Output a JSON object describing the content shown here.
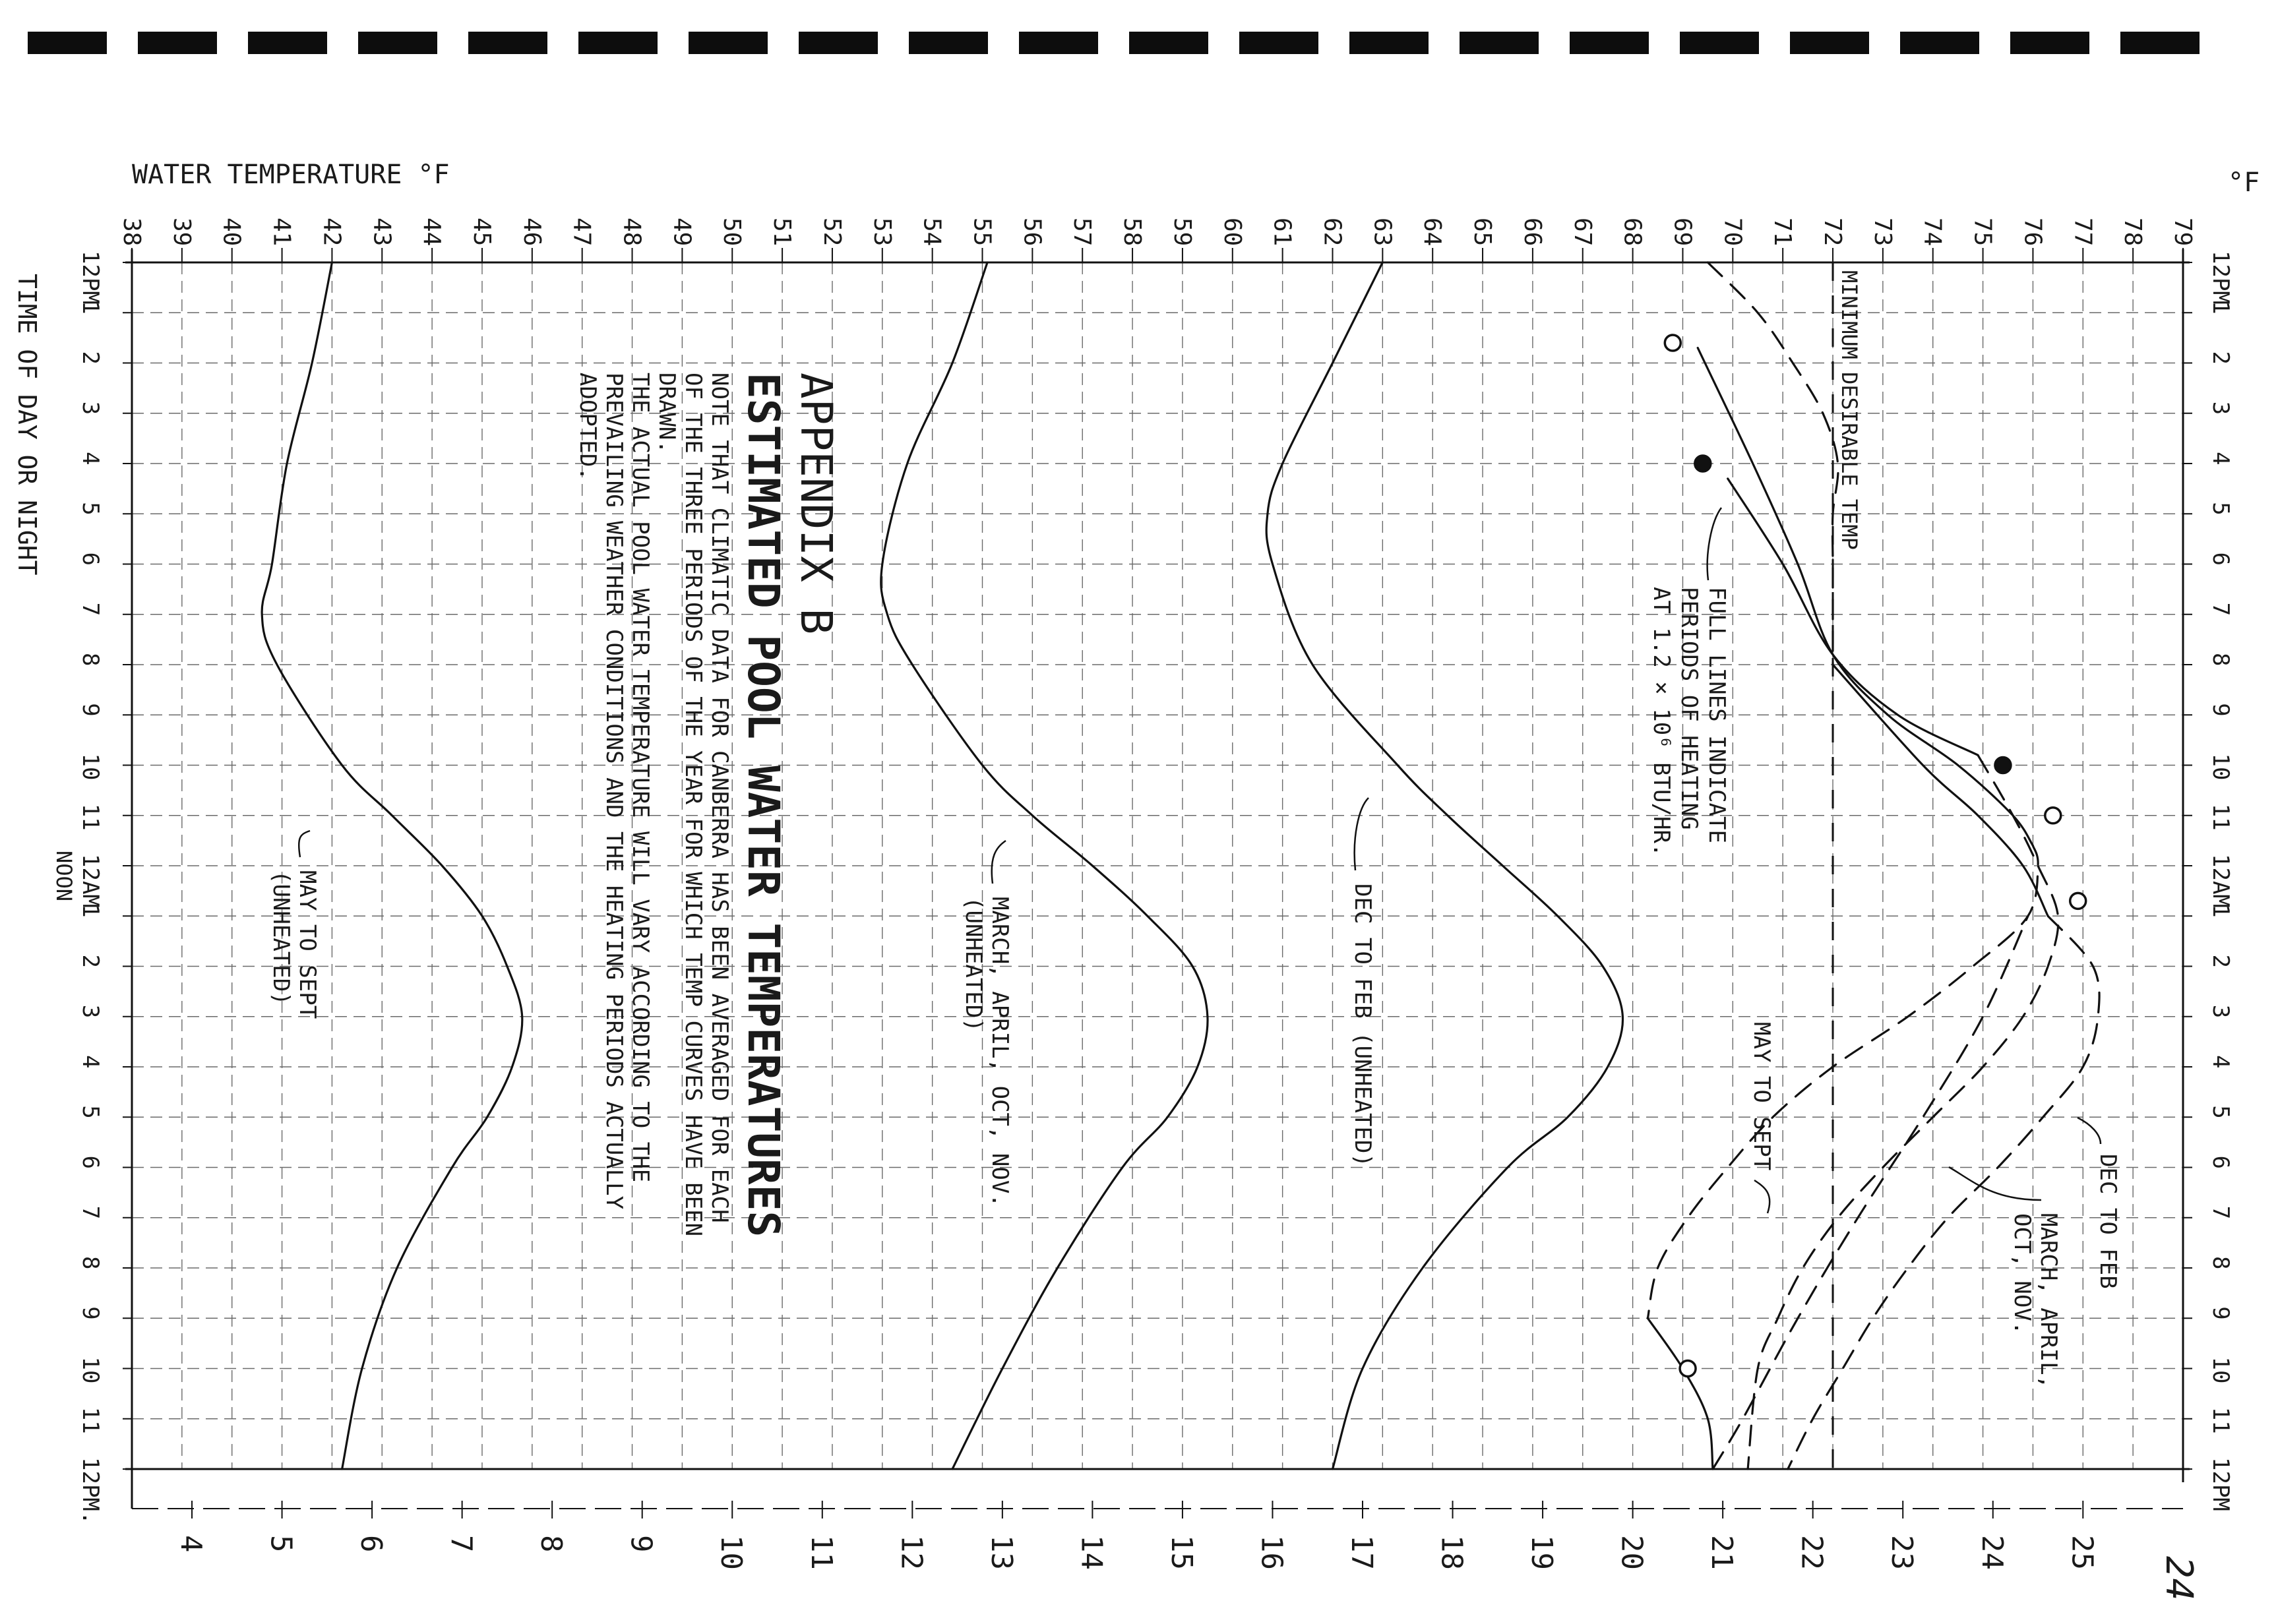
{
  "chart_data": {
    "type": "line",
    "orientation": "rotated 90 degrees clockwise on the page",
    "title": "ESTIMATED POOL WATER TEMPERATURES",
    "heading": "APPENDIX B",
    "notes": [
      "NOTE THAT CLIMATIC DATA FOR CANBERRA HAS BEEN AVERAGED FOR EACH",
      "OF THE THREE PERIODS OF THE YEAR FOR WHICH TEMP CURVES HAVE BEEN",
      "DRAWN.",
      "THE ACTUAL POOL WATER TEMPERATURE WILL VARY ACCORDING TO THE",
      "PREVAILING WEATHER CONDITIONS AND THE HEATING PERIODS ACTUALLY",
      "ADOPTED."
    ],
    "ylabel": "WATER TEMPERATURE °F",
    "y2label": "°F",
    "xlabel": "TIME OF DAY OR NIGHT",
    "noon_label": "NOON",
    "ylim": [
      38,
      79
    ],
    "y_ticks": [
      "38",
      "39",
      "40",
      "41",
      "42",
      "43",
      "44",
      "45",
      "46",
      "47",
      "48",
      "49",
      "50",
      "51",
      "52",
      "53",
      "54",
      "55",
      "56",
      "57",
      "58",
      "59",
      "60",
      "61",
      "62",
      "63",
      "64",
      "65",
      "66",
      "67",
      "68",
      "69",
      "70",
      "71",
      "72",
      "73",
      "74",
      "75",
      "76",
      "77",
      "78",
      "79"
    ],
    "celsius_ticks": [
      {
        "v": 4,
        "label": "4"
      },
      {
        "v": 5,
        "label": "5"
      },
      {
        "v": 6,
        "label": "6"
      },
      {
        "v": 7,
        "label": "7"
      },
      {
        "v": 8,
        "label": "8"
      },
      {
        "v": 9,
        "label": "9"
      },
      {
        "v": 10,
        "label": "10"
      },
      {
        "v": 11,
        "label": "11"
      },
      {
        "v": 12,
        "label": "12"
      },
      {
        "v": 13,
        "label": "13"
      },
      {
        "v": 14,
        "label": "14"
      },
      {
        "v": 15,
        "label": "15"
      },
      {
        "v": 16,
        "label": "16"
      },
      {
        "v": 17,
        "label": "17"
      },
      {
        "v": 18,
        "label": "18"
      },
      {
        "v": 19,
        "label": "19"
      },
      {
        "v": 20,
        "label": "20"
      },
      {
        "v": 21,
        "label": "21"
      },
      {
        "v": 22,
        "label": "22"
      },
      {
        "v": 23,
        "label": "23"
      },
      {
        "v": 24,
        "label": "24"
      },
      {
        "v": 25,
        "label": "25"
      }
    ],
    "xlim": [
      0,
      24
    ],
    "x_ticks_left": [
      "12PM",
      "1",
      "2",
      "3",
      "4",
      "5",
      "6",
      "7",
      "8",
      "9",
      "10",
      "11",
      "12AM",
      "1",
      "2",
      "3",
      "4",
      "5",
      "6",
      "7",
      "8",
      "9",
      "10",
      "11",
      "12PM."
    ],
    "x_ticks_right": [
      "12PM",
      "1",
      "2",
      "3",
      "4",
      "5",
      "6",
      "7",
      "8",
      "9",
      "10",
      "11",
      "12AM",
      "1",
      "2",
      "3",
      "4",
      "5",
      "6",
      "7",
      "8",
      "9",
      "10",
      "11",
      "12PM"
    ],
    "min_desirable_temp": {
      "value": 72,
      "label": "MINIMUM DESIRABLE TEMP"
    },
    "full_lines_note": [
      "FULL LINES INDICATE",
      "PERIODS OF HEATING",
      "AT 1.2 × 10⁶ BTU/HR."
    ],
    "series": [
      {
        "name": "MAY TO SEPT (UNHEATED)",
        "style": "solid",
        "points": [
          [
            0,
            42
          ],
          [
            2,
            41.6
          ],
          [
            4,
            41.1
          ],
          [
            6,
            40.8
          ],
          [
            7,
            40.6
          ],
          [
            8,
            40.9
          ],
          [
            10,
            42.2
          ],
          [
            11,
            43.2
          ],
          [
            12,
            44.2
          ],
          [
            13,
            45.0
          ],
          [
            14,
            45.5
          ],
          [
            15,
            45.8
          ],
          [
            16,
            45.6
          ],
          [
            17,
            45.1
          ],
          [
            18,
            44.4
          ],
          [
            20,
            43.3
          ],
          [
            22,
            42.6
          ],
          [
            24,
            42.2
          ]
        ]
      },
      {
        "name": "MARCH, APRIL, OCT, NOV. (UNHEATED)",
        "style": "solid",
        "points": [
          [
            0,
            55.1
          ],
          [
            2,
            54.4
          ],
          [
            4,
            53.5
          ],
          [
            6,
            53.0
          ],
          [
            7,
            53.1
          ],
          [
            8,
            53.6
          ],
          [
            10,
            55.0
          ],
          [
            11,
            56.0
          ],
          [
            12,
            57.2
          ],
          [
            13,
            58.3
          ],
          [
            14,
            59.2
          ],
          [
            15,
            59.5
          ],
          [
            16,
            59.3
          ],
          [
            17,
            58.7
          ],
          [
            18,
            57.8
          ],
          [
            20,
            56.5
          ],
          [
            22,
            55.4
          ],
          [
            24,
            54.4
          ]
        ]
      },
      {
        "name": "DEC TO FEB (UNHEATED)",
        "style": "solid",
        "points": [
          [
            0,
            63.0
          ],
          [
            2,
            62.0
          ],
          [
            4,
            61.0
          ],
          [
            5,
            60.7
          ],
          [
            6,
            60.8
          ],
          [
            8,
            61.6
          ],
          [
            10,
            63.3
          ],
          [
            11,
            64.3
          ],
          [
            12,
            65.4
          ],
          [
            13,
            66.5
          ],
          [
            14,
            67.4
          ],
          [
            15,
            67.8
          ],
          [
            16,
            67.5
          ],
          [
            17,
            66.7
          ],
          [
            18,
            65.5
          ],
          [
            20,
            63.8
          ],
          [
            22,
            62.6
          ],
          [
            24,
            62.0
          ]
        ]
      },
      {
        "name": "MAY TO SEPT",
        "style": "solid",
        "points": [
          [
            1.7,
            69.3
          ],
          [
            4,
            70.4
          ],
          [
            6,
            71.3
          ],
          [
            7.8,
            72.0
          ],
          [
            9,
            73.1
          ],
          [
            10,
            74.5
          ],
          [
            11,
            75.6
          ],
          [
            11.6,
            76.0
          ]
        ]
      },
      {
        "name": "MAY TO SEPT",
        "style": "dashed",
        "points": [
          [
            11.6,
            76.0
          ],
          [
            12,
            76.1
          ],
          [
            13,
            75.9
          ],
          [
            14,
            74.8
          ],
          [
            15,
            73.5
          ],
          [
            16,
            72.0
          ],
          [
            17,
            70.8
          ],
          [
            18,
            69.9
          ],
          [
            19,
            69.1
          ],
          [
            20,
            68.5
          ],
          [
            21,
            68.3
          ]
        ]
      },
      {
        "name": "MAY TO SEPT heated",
        "style": "solid",
        "points": [
          [
            21,
            68.3
          ],
          [
            22,
            69.0
          ],
          [
            23,
            69.5
          ],
          [
            24,
            69.6
          ]
        ]
      },
      {
        "name": "MAY TO SEPT",
        "style": "dashed",
        "points": [
          [
            24,
            69.6
          ],
          [
            23,
            70.2
          ],
          [
            21,
            71.3
          ],
          [
            19,
            72.5
          ],
          [
            17,
            73.8
          ],
          [
            15,
            75.0
          ],
          [
            13,
            75.9
          ]
        ]
      },
      {
        "name": "MARCH, APRIL, OCT, NOV.",
        "style": "solid",
        "points": [
          [
            4.3,
            69.9
          ],
          [
            6,
            71.0
          ],
          [
            7.8,
            72.0
          ],
          [
            9,
            73.3
          ],
          [
            9.8,
            74.9
          ]
        ]
      },
      {
        "name": "MARCH, APRIL, OCT, NOV.",
        "style": "dashed",
        "points": [
          [
            9.8,
            74.9
          ],
          [
            11,
            75.6
          ],
          [
            12,
            76.1
          ],
          [
            13,
            76.5
          ],
          [
            14,
            76.3
          ],
          [
            15,
            75.8
          ],
          [
            16,
            75.0
          ],
          [
            17,
            74.0
          ],
          [
            18,
            73.0
          ],
          [
            19,
            72.1
          ],
          [
            20,
            71.4
          ],
          [
            21,
            70.9
          ],
          [
            22,
            70.5
          ],
          [
            24,
            70.3
          ]
        ]
      },
      {
        "name": "DEC TO FEB",
        "style": "dashed",
        "points": [
          [
            0,
            69.5
          ],
          [
            1,
            70.5
          ],
          [
            2,
            71.2
          ],
          [
            3,
            71.8
          ],
          [
            4,
            72.1
          ],
          [
            5,
            72.0
          ],
          [
            6,
            72.0
          ],
          [
            7,
            72.0
          ],
          [
            8,
            72.0
          ]
        ]
      },
      {
        "name": "DEC TO FEB",
        "style": "solid",
        "points": [
          [
            8,
            72.0
          ],
          [
            10,
            73.8
          ],
          [
            11,
            74.9
          ],
          [
            12,
            75.8
          ],
          [
            13,
            76.3
          ]
        ]
      },
      {
        "name": "DEC TO FEB",
        "style": "dashed",
        "points": [
          [
            13,
            76.3
          ],
          [
            14,
            77.2
          ],
          [
            15,
            77.3
          ],
          [
            16,
            77.0
          ],
          [
            17,
            76.2
          ],
          [
            18,
            75.3
          ],
          [
            19,
            74.3
          ],
          [
            20,
            73.5
          ],
          [
            21,
            72.8
          ],
          [
            22,
            72.2
          ],
          [
            23,
            71.6
          ],
          [
            24,
            71.1
          ]
        ]
      }
    ],
    "markers": [
      {
        "x": 1.6,
        "y": 68.8,
        "fill": "open"
      },
      {
        "x": 4.0,
        "y": 69.4,
        "fill": "solid"
      },
      {
        "x": 10.0,
        "y": 75.4,
        "fill": "solid"
      },
      {
        "x": 11.0,
        "y": 76.4,
        "fill": "open"
      },
      {
        "x": 12.7,
        "y": 76.9,
        "fill": "open"
      },
      {
        "x": 22.0,
        "y": 69.1,
        "fill": "open"
      }
    ],
    "curve_labels": {
      "may_unheated": [
        "MAY TO SEPT",
        "(UNHEATED)"
      ],
      "march_unheated": [
        "MARCH, APRIL, OCT, NOV.",
        "(UNHEATED)"
      ],
      "dec_unheated": [
        "DEC TO FEB (UNHEATED)"
      ],
      "may_heated": [
        "MAY TO SEPT"
      ],
      "march_heated": [
        "MARCH, APRIL,",
        "OCT, NOV."
      ],
      "dec_heated": [
        "DEC TO FEB"
      ]
    },
    "page_mark": "24"
  }
}
